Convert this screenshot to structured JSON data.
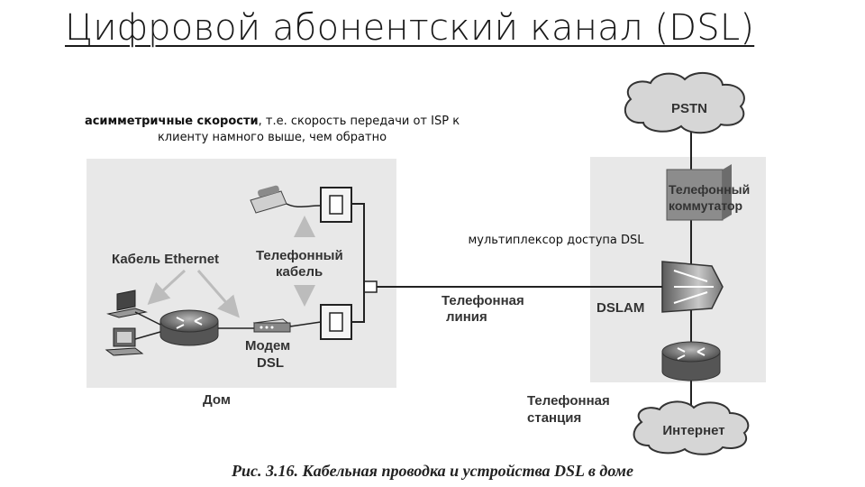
{
  "title": "Цифровой абонентский канал (DSL)",
  "notes": {
    "asymmetric_bold": "асимметричные скорости",
    "asymmetric_rest": ", т.е. скорость передачи от ISP к клиенту намного выше, чем обратно",
    "dslam": "мультиплексор доступа DSL"
  },
  "diagram": {
    "pstn": "PSTN",
    "internet": "Интернет",
    "phone_switch_line1": "Телефонный",
    "phone_switch_line2": "коммутатор",
    "dslam": "DSLAM",
    "ethernet_cable": "Кабель Ethernet",
    "phone_cable_line1": "Телефонный",
    "phone_cable_line2": "кабель",
    "modem_line1": "Модем",
    "modem_line2": "DSL",
    "phone_line_line1": "Телефонная",
    "phone_line_line2": "линия",
    "home": "Дом",
    "station_line1": "Телефонная",
    "station_line2": "станция"
  },
  "caption": "Рис. 3.16. Кабельная проводка и устройства DSL в доме"
}
